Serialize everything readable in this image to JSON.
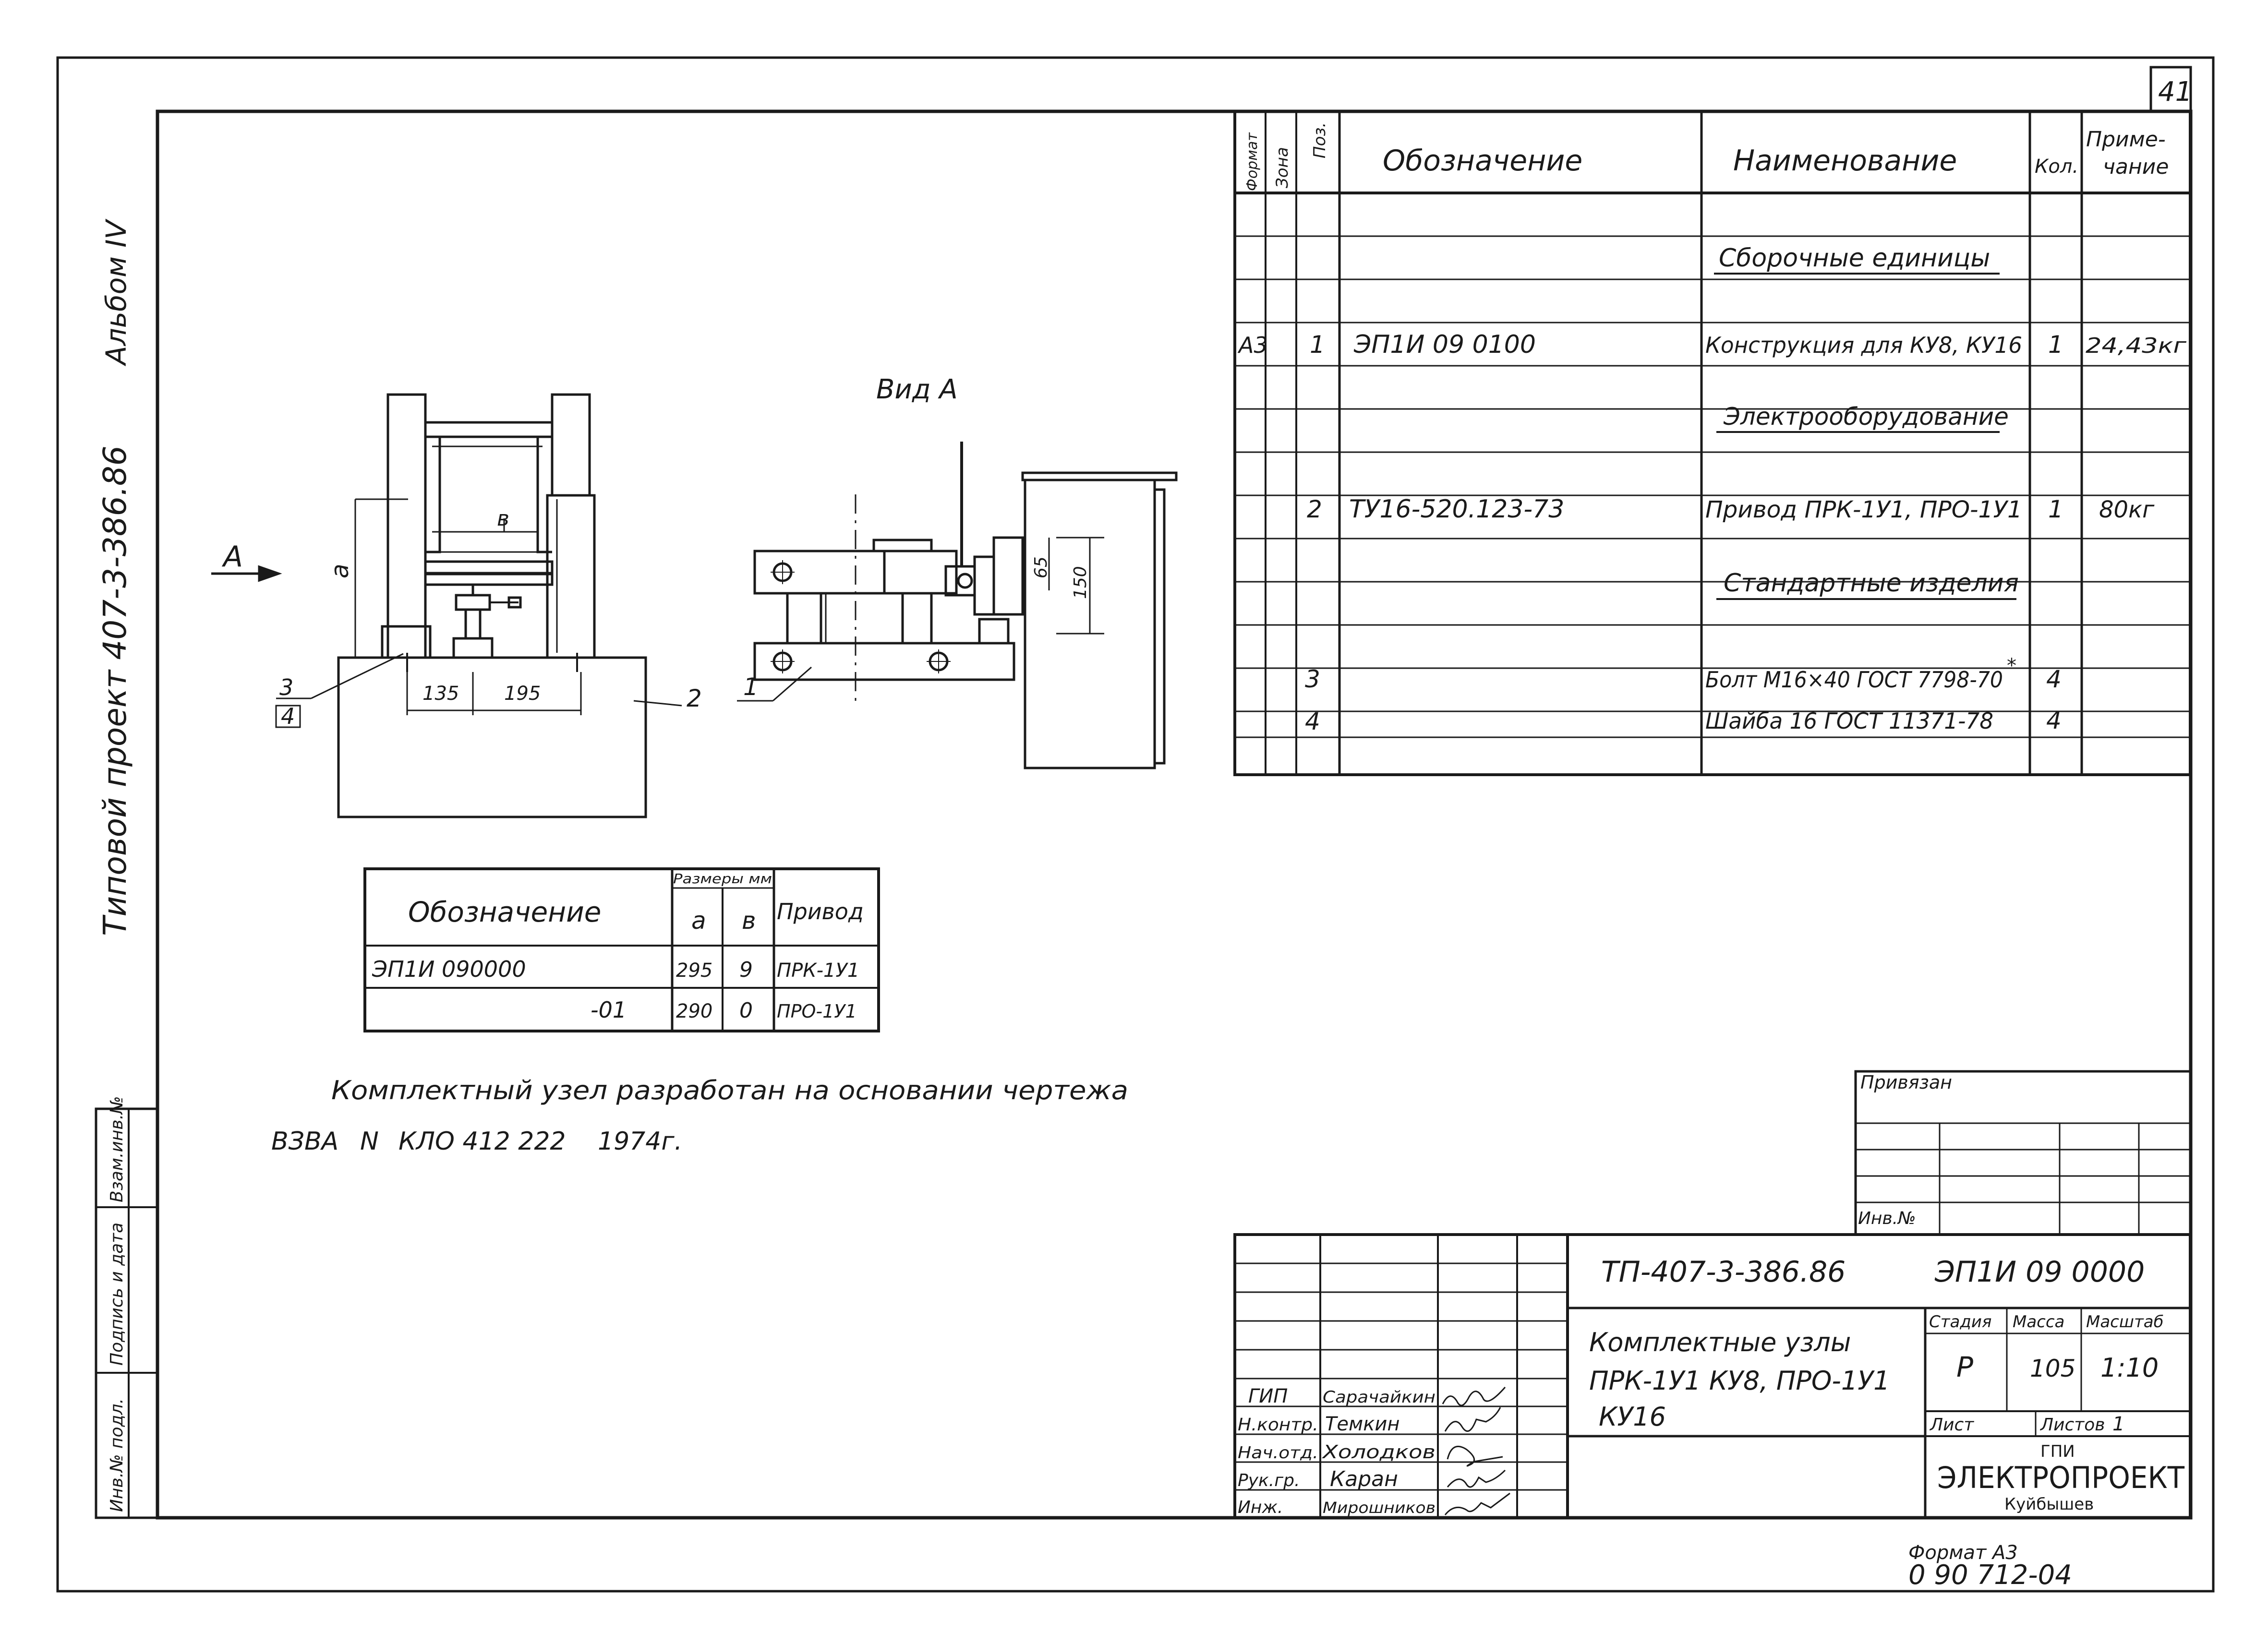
{
  "sheet_number": "41",
  "margin": {
    "line1": "Типовой проект 407-3-386.86",
    "line2": "Альбом IV",
    "box": {
      "inv_podl": "Инв.№ подл.",
      "sign_date": "Подпись и дата",
      "vzam_inv": "Взам.инв.№"
    }
  },
  "spec": {
    "headers": {
      "format": "Формат",
      "zone": "Зона",
      "pos": "Поз.",
      "designation": "Обозначение",
      "name": "Наименование",
      "qty": "Кол.",
      "note1": "Приме-",
      "note2": "чание"
    },
    "section_assembly": "Сборочные единицы",
    "row1": {
      "format": "А3",
      "pos": "1",
      "designation": "ЭП1И 09 0100",
      "name": "Конструкция для КУ8, КУ16",
      "qty": "1",
      "note": "24,43кг"
    },
    "section_electrical": "Электрооборудование",
    "row2": {
      "pos": "2",
      "designation": "ТУ16-520.123-73",
      "name": "Привод ПРК-1У1, ПРО-1У1",
      "qty": "1",
      "note": "80кг"
    },
    "section_standard": "Стандартные изделия",
    "row3": {
      "pos": "3",
      "name": "Болт М16×40 ГОСТ 7798-70",
      "qty": "4",
      "mark": "*"
    },
    "row4": {
      "pos": "4",
      "name": "Шайба 16 ГОСТ 11371-78",
      "qty": "4"
    }
  },
  "drawing": {
    "view_title": "Вид А",
    "arrow_label": "А",
    "dims": {
      "a": "а",
      "b": "в",
      "d135": "135",
      "d195": "195",
      "d65": "65",
      "d150": "150"
    },
    "callouts": {
      "c1": "1",
      "c2": "2",
      "c3": "3",
      "c4": "4"
    }
  },
  "var_table": {
    "h_designation": "Обозначение",
    "h_dims": "Размеры мм",
    "h_a": "а",
    "h_b": "в",
    "h_drive": "Привод",
    "rows": [
      {
        "designation": "ЭП1И 090000",
        "a": "295",
        "b": "9",
        "drive": "ПРК-1У1"
      },
      {
        "designation": "-01",
        "a": "290",
        "b": "0",
        "drive": "ПРО-1У1"
      }
    ]
  },
  "note": {
    "line1": "Комплектный узел разработан на основании чертежа",
    "line2a": "ВЗВА",
    "line2b": "N",
    "line2c": "КЛО 412 222",
    "line2d": "1974г."
  },
  "tied": {
    "label": "Привязан",
    "inv": "Инв.№"
  },
  "title_block": {
    "doc_code": "ТП-407-3-386.86",
    "doc_number": "ЭП1И 09 0000",
    "title_line1": "Комплектные узлы",
    "title_line2": "ПРК-1У1 КУ8, ПРО-1У1",
    "title_line3": "КУ16",
    "stage_h": "Стадия",
    "mass_h": "Масса",
    "scale_h": "Масштаб",
    "stage": "Р",
    "mass": "105",
    "scale": "1:10",
    "sheet_h": "Лист",
    "sheets_h": "Листов",
    "sheets": "1",
    "org1": "ГПИ",
    "org2": "ЭЛЕКТРОПРОЕКТ",
    "org3": "Куйбышев",
    "roles": [
      {
        "role": "ГИП",
        "name": "Сарачайкин"
      },
      {
        "role": "Н.контр.",
        "name": "Темкин"
      },
      {
        "role": "Нач.отд.",
        "name": "Холодков"
      },
      {
        "role": "Рук.гр.",
        "name": "Каран"
      },
      {
        "role": "Инж.",
        "name": "Мирошников"
      }
    ]
  },
  "footer": {
    "format": "Формат А3",
    "code": "0 90 712-04"
  }
}
